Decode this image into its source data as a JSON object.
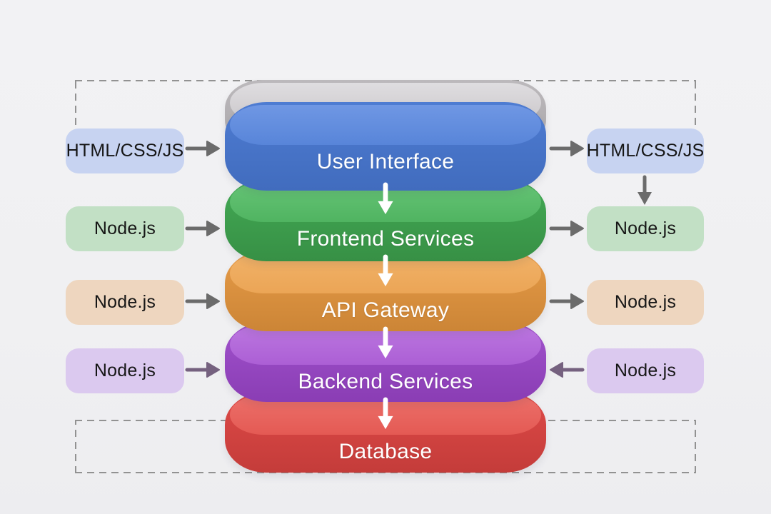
{
  "stack": {
    "layers": [
      {
        "label": "User Interface",
        "color": "#4e7cd2"
      },
      {
        "label": "Frontend Services",
        "color": "#43aa55"
      },
      {
        "label": "API Gateway",
        "color": "#e69b48"
      },
      {
        "label": "Backend Services",
        "color": "#a152cd"
      },
      {
        "label": "Database",
        "color": "#de4a47"
      }
    ],
    "cap_color": "#bcb9bc"
  },
  "left_column": {
    "tags": [
      {
        "label": "HTML/CSS/JS",
        "color": "#c7d3f1",
        "arrow_direction": "right"
      },
      {
        "label": "Node.js",
        "color": "#c2e0c5",
        "arrow_direction": "right"
      },
      {
        "label": "Node.js",
        "color": "#eed6bf",
        "arrow_direction": "right"
      },
      {
        "label": "Node.js",
        "color": "#dbc9ef",
        "arrow_direction": "right"
      }
    ]
  },
  "right_column": {
    "tags": [
      {
        "label": "HTML/CSS/JS",
        "color": "#c7d3f1",
        "arrow_direction": "right"
      },
      {
        "label": "Node.js",
        "color": "#c2e0c5",
        "arrow_direction": "right"
      },
      {
        "label": "Node.js",
        "color": "#eed6bf",
        "arrow_direction": "right"
      },
      {
        "label": "Node.js",
        "color": "#dbc9ef",
        "arrow_direction": "left"
      }
    ]
  },
  "palette": {
    "background": "#f0f0f2",
    "dashed_border": "#929292",
    "arrow_gray": "#6b6b6b",
    "arrow_purple": "#75617f",
    "flow_arrow": "#ffffff"
  }
}
